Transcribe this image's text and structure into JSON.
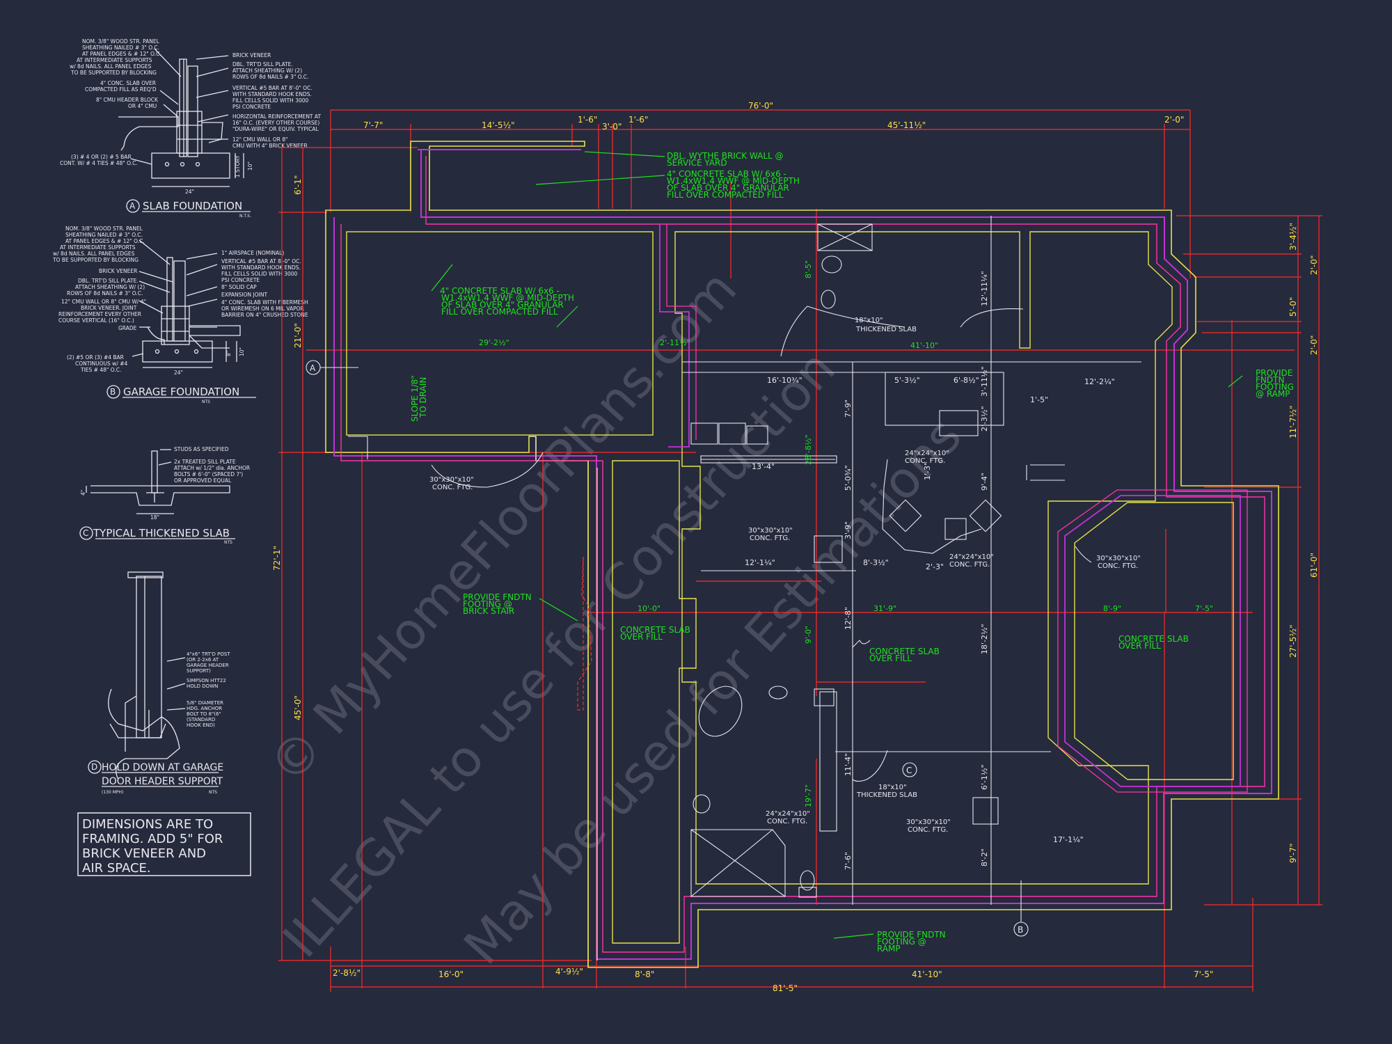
{
  "colors": {
    "background": "#262a3d",
    "wall_yellow": "#e6e34a",
    "wall_purple": "#c233d6",
    "wall_magenta": "#ff33aa",
    "dimension_red": "#ff2a2a",
    "note_green": "#1fe31f",
    "linework_white": "#e8e8ee",
    "dim_text_yellow": "#ffe04a"
  },
  "watermark": {
    "line1": "© MyHomeFloorPlans.com",
    "line2": "ILLEGAL to use for Construction",
    "line3": "May be used for Estimations"
  },
  "details": {
    "slab": {
      "title": "SLAB FOUNDATION",
      "tag": "A",
      "scale": "N.T.S.",
      "notes": [
        "NOM. 3/8\" WOOD STR. PANEL",
        "SHEATHING NAILED # 3\" O.C.",
        "AT PANEL EDGES & # 12\" O.C.",
        "AT INTERMEDIATE SUPPORTS",
        "w/ 8d NAILS. ALL PANEL EDGES",
        "TO BE SUPPORTED BY BLOCKING",
        "4\" CONC. SLAB OVER",
        "COMPACTED FILL AS REQ'D",
        "8\" CMU HEADER BLOCK",
        "OR 4\" CMU",
        "(3) # 4 OR (2) # 5 BAR",
        "CONT. W/ # 4 TIES # 48\" O.C."
      ],
      "right_notes": [
        "BRICK VENEER",
        "DBL. TRT'D SILL PLATE.",
        "ATTACH SHEATHING W/ (2)",
        "ROWS OF 8d NAILS # 3\" O.C.",
        "VERTICAL #5 BAR AT 8'-0\" OC.",
        "WITH STANDARD HOOK ENDS.",
        "FILL CELLS SOLID WITH 3000",
        "PSI CONCRETE",
        "HORIZONTAL REINFORCEMENT AT",
        "16\" O.C. (EVERY OTHER COURSE)",
        "\"DURA-WIRE\" OR EQUIV. TYPICAL",
        "12\" CMU WALL OR 8\"",
        "CMU WITH 4\" BRICK VENEER"
      ],
      "footing_width": "24\"",
      "dim_right": "1 STORY",
      "dim_right2": "10\""
    },
    "garage": {
      "title": "GARAGE FOUNDATION",
      "tag": "B",
      "scale": "NTS",
      "notes": [
        "NOM. 3/8\" WOOD STR. PANEL",
        "SHEATHING NAILED # 3\" O.C.",
        "AT PANEL EDGES & # 12\" O.C.",
        "AT INTERMEDIATE SUPPORTS",
        "w/ 8d NAILS. ALL PANEL EDGES",
        "TO BE SUPPORTED BY BLOCKING",
        "BRICK VENEER",
        "DBL. TRT'D SILL PLATE.",
        "ATTACH SHEATHING W/ (2)",
        "ROWS OF 8d NAILS # 3\" O.C.",
        "12\" CMU WALL OR 8\" CMU W/ 4\"",
        "BRICK VENEER. JOINT",
        "REINFORCEMENT EVERY OTHER",
        "COURSE VERTICAL (16\" O.C.)",
        "GRADE",
        "(2) #5 OR (3) #4 BAR",
        "CONTINUOUS w/ #4",
        "TIES # 48\" O.C."
      ],
      "right_notes": [
        "1\" AIRSPACE (NOMINAL)",
        "VERTICAL #5 BAR AT 8'-0\" OC.",
        "WITH STANDARD HOOK ENDS.",
        "FILL CELLS SOLID WITH 3000",
        "PSI CONCRETE",
        "8\" SOLID CAP",
        "EXPANSION JOINT",
        "4\" CONC. SLAB WITH FIBERMESH",
        "OR WIREMESH ON 6 MIL VAPOR",
        "BARRIER ON 4\" CRUSHED STONE"
      ],
      "footing_width": "24\"",
      "dim_right": "8\"",
      "dim_right2": "10\""
    },
    "thickened": {
      "title": "TYPICAL THICKENED SLAB",
      "tag": "C",
      "scale": "NTS",
      "notes": [
        "STUDS AS SPECIFIED",
        "2x TREATED SILL PLATE",
        "ATTACH w/ 1/2\" dia. ANCHOR",
        "BOLTS # 6'-0\" (SPACED 7')",
        "OR APPROVED EQUAL"
      ],
      "dim": "18\"",
      "dim_left": "4\""
    },
    "holddown": {
      "title_line1": "HOLD DOWN AT GARAGE",
      "title_line2": "DOOR HEADER SUPPORT",
      "tag": "D",
      "sub": "(130 MPH)",
      "scale": "NTS",
      "notes": [
        "4\"x6\" TRT'D POST",
        "(OR 2-2x6 AT",
        "GARAGE HEADER",
        "SUPPORT)",
        "SIMPSON HTT22",
        "HOLD DOWN",
        "5/8\" DIAMETER",
        "HDG. ANCHOR",
        "BOLT TO 8\"(6\"",
        "(STANDARD",
        "HOOK END)"
      ]
    }
  },
  "dimension_note": {
    "line1": "DIMENSIONS ARE TO",
    "line2": "FRAMING.  ADD 5\" FOR",
    "line3": "BRICK VENEER AND",
    "line4": "AIR SPACE."
  },
  "plan": {
    "top_overall": "76'-0\"",
    "top_dims": [
      "7'-7\"",
      "14'-5½\"",
      "1'-6\"",
      "3'-0\"",
      "1'-6\"",
      "45'-11½\"",
      "2'-0\""
    ],
    "bottom_overall": "81'-5\"",
    "bottom_dims": [
      "2'-8½\"",
      "16'-0\"",
      "4'-9½\"",
      "8'-8\"",
      "41'-10\"",
      "7'-5\""
    ],
    "left_overall": "72'-1\"",
    "left_dims": [
      "6'-1\"",
      "21'-0\"",
      "45'-0\""
    ],
    "right_overall": "61'-0\"",
    "right_dims": [
      "3'-4½\"",
      "2'-0\"",
      "5'-0\"",
      "2'-0\"",
      "11'-7½\"",
      "27'-5½\"",
      "9'-7\""
    ],
    "interior_dims": [
      "29'-2½\"",
      "2'-11½\"",
      "41'-10\"",
      "16'-10¾\"",
      "5'-3½\"",
      "6'-8½\"",
      "12'-2¼\"",
      "1'-5\"",
      "13'-4\"",
      "12'-1¼\"",
      "8'-3½\"",
      "2'-3\"",
      "10'-0\"",
      "31'-9\"",
      "8'-9\"",
      "7'-5\"",
      "17'-1¼\"",
      "12'-11¼\"",
      "7'-9\"",
      "3'-11½\"",
      "2'-3½\"",
      "5'-0¾\"",
      "1'-3\"",
      "3'-9\"",
      "9'-4\"",
      "12'-8\"",
      "18'-2½\"",
      "9'-0\"",
      "11'-4\"",
      "19'-7\"",
      "6'-1½\"",
      "7'-6\"",
      "8'-2\"",
      "28'-8½\"",
      "8'-5\""
    ],
    "notes": {
      "brick_wall": [
        "DBL. WYTHE BRICK WALL @",
        "SERVICE YARD"
      ],
      "slab_top": [
        "4\" CONCRETE SLAB W/ 6x6 -",
        "W1.4xW1.4 WWF @ MID-DEPTH",
        "OF SLAB OVER 4\" GRANULAR",
        "FILL OVER COMPACTED FILL"
      ],
      "garage_slab": [
        "4\" CONCRETE SLAB W/ 6x6 -",
        "W1.4xW1.4 WWF @ MID-DEPTH",
        "OF SLAB OVER 4\" GRANULAR",
        "FILL OVER COMPACTED FILL"
      ],
      "slope": [
        "SLOPE 1/8\"",
        "TO DRAIN"
      ],
      "thick1": [
        "18\"x10\"",
        "THICKENED SLAB"
      ],
      "thick2": [
        "18\"x10\"",
        "THICKENED SLAB"
      ],
      "ftg_garage": [
        "30\"x30\"x10\"",
        "CONC. FTG."
      ],
      "ftg_24a": [
        "24\"x24\"x10\"",
        "CONC. FTG."
      ],
      "ftg_30a": [
        "30\"x30\"x10\"",
        "CONC. FTG."
      ],
      "ftg_24b": [
        "24\"x24\"x10\"",
        "CONC. FTG."
      ],
      "ftg_30b": [
        "30\"x30\"x10\"",
        "CONC. FTG."
      ],
      "ftg_30c": [
        "30\"x30\"x10\"",
        "CONC. FTG."
      ],
      "ftg_24c": [
        "24\"x24\"x10\"",
        "CONC. FTG."
      ],
      "stair": [
        "PROVIDE FNDTN",
        "FOOTING @",
        "BRICK STAIR"
      ],
      "ramp_right": [
        "PROVIDE",
        "FNDTN",
        "FOOTING",
        "@ RAMP"
      ],
      "ramp_bottom": [
        "PROVIDE FNDTN",
        "FOOTING @",
        "RAMP"
      ],
      "slab_fill_1": [
        "CONCRETE SLAB",
        "OVER FILL"
      ],
      "slab_fill_2": [
        "CONCRETE SLAB",
        "OVER FILL"
      ],
      "slab_fill_3": [
        "CONCRETE SLAB",
        "OVER FILL"
      ]
    },
    "section_tags": [
      "A",
      "B",
      "C"
    ]
  }
}
